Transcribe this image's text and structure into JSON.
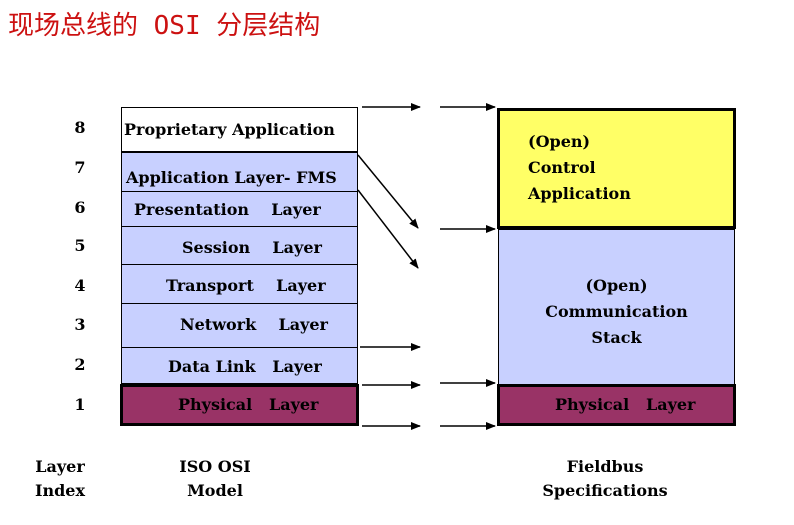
{
  "title": "现场总线的 OSI 分层结构",
  "layer_indices": [
    "8",
    "7",
    "6",
    "5",
    "4",
    "3",
    "2",
    "1"
  ],
  "osi_layers": {
    "proprietary": "Proprietary Application",
    "application": "Application Layer- FMS",
    "presentation": "Presentation    Layer",
    "session": "Session    Layer",
    "transport": "Transport    Layer",
    "network": "Network    Layer",
    "datalink": "Data Link   Layer",
    "physical": "Physical   Layer"
  },
  "fieldbus": {
    "control_app": [
      "(Open)",
      "Control",
      "Application"
    ],
    "comm_stack": [
      "(Open)",
      "Communication",
      "Stack"
    ],
    "physical": "Physical   Layer"
  },
  "bottom_labels": {
    "layer_index": [
      "Layer",
      "Index"
    ],
    "iso_osi_model": [
      "ISO OSI",
      "Model"
    ],
    "fieldbus_spec": [
      "Fieldbus",
      "Specifications"
    ]
  },
  "colors": {
    "title": "#cc1111",
    "osi_layer_fill": "#c8d0ff",
    "physical_fill": "#993366",
    "control_app_fill": "#ffff66",
    "comm_stack_fill": "#c8d0ff",
    "proprietary_fill": "#ffffff"
  }
}
